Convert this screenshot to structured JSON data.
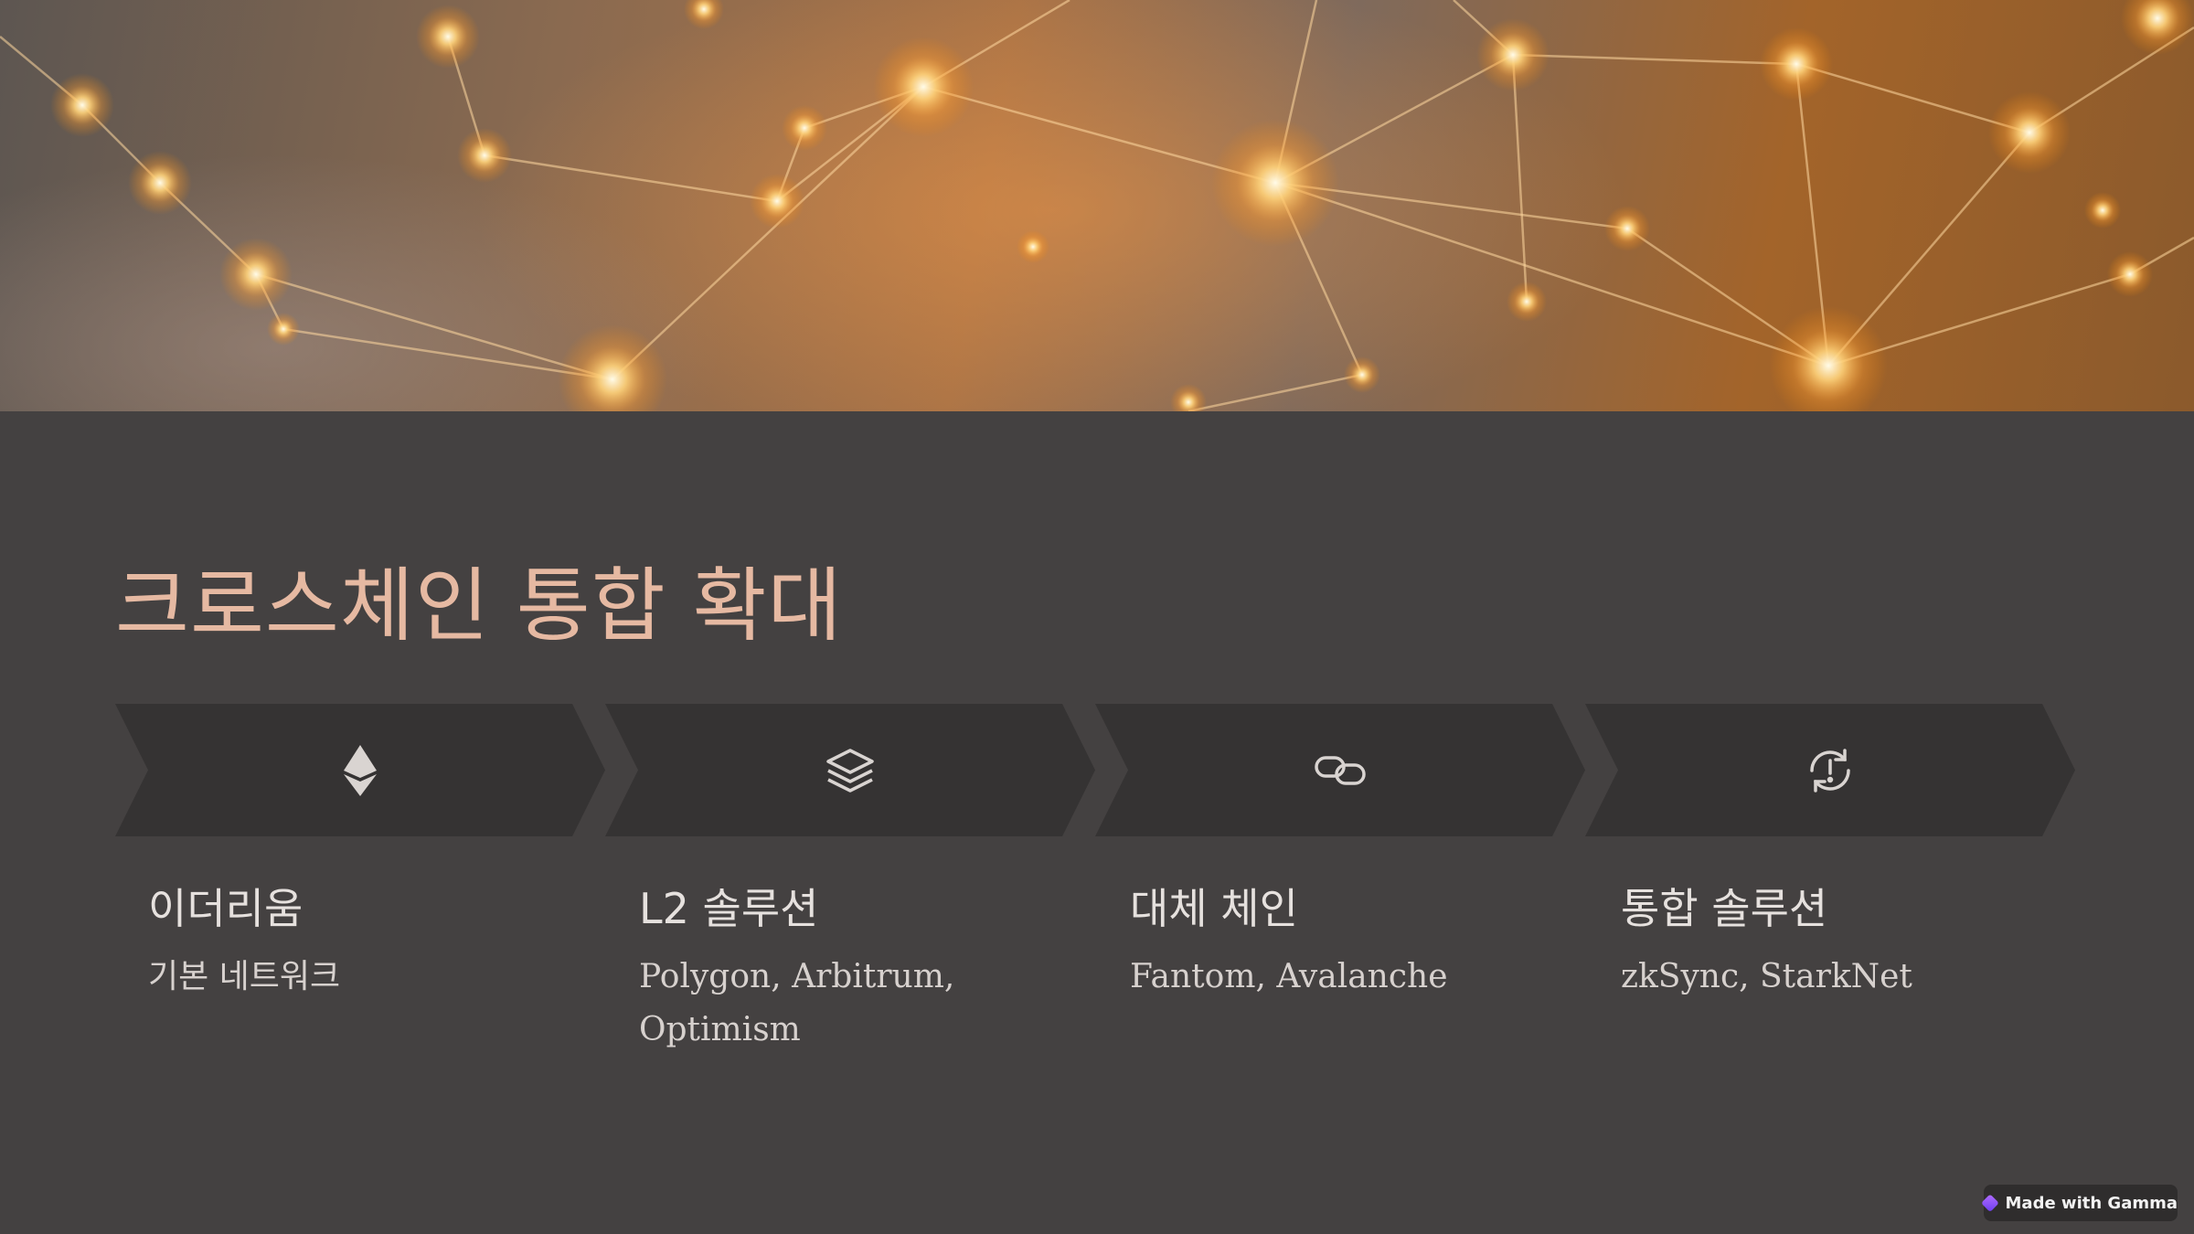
{
  "slide": {
    "title": "크로스체인 통합 확대"
  },
  "steps": [
    {
      "icon": "ethereum-icon",
      "title": "이더리움",
      "description": "기본 네트워크"
    },
    {
      "icon": "layers-icon",
      "title": "L2 솔루션",
      "description": "Polygon, Arbitrum, Optimism"
    },
    {
      "icon": "link-icon",
      "title": "대체 체인",
      "description": "Fantom, Avalanche"
    },
    {
      "icon": "sync-alert-icon",
      "title": "통합 솔루션",
      "description": "zkSync, StarkNet"
    }
  ],
  "badge": {
    "label": "Made with Gamma"
  },
  "colors": {
    "background": "#444141",
    "chevron": "#353333",
    "title": "#e6b9a2",
    "icon": "#d9d4d1"
  }
}
